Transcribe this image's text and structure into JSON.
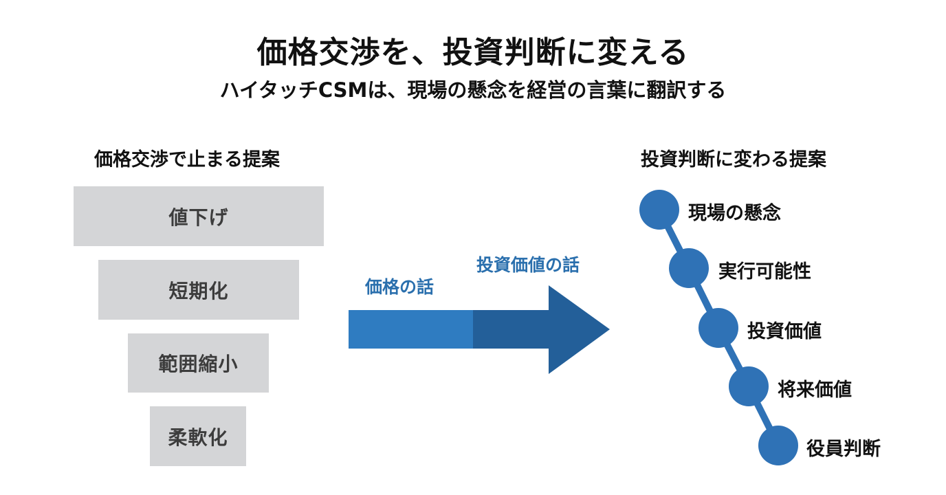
{
  "title": "価格交渉を、投資判断に変える",
  "subtitle": "ハイタッチCSMは、現場の懸念を経営の言葉に翻訳する",
  "left": {
    "heading": "価格交渉で止まる提案",
    "bars": [
      "値下げ",
      "短期化",
      "範囲縮小",
      "柔軟化"
    ]
  },
  "arrow": {
    "label_start": "価格の話",
    "label_end": "投資価値の話",
    "color_start": "#2f7cc1",
    "color_end": "#235f99"
  },
  "right": {
    "heading": "投資判断に変わる提案",
    "steps": [
      "現場の懸念",
      "実行可能性",
      "投資価値",
      "将来価値",
      "役員判断"
    ],
    "node_color": "#2f72b6",
    "line_color": "#2f72b6"
  }
}
